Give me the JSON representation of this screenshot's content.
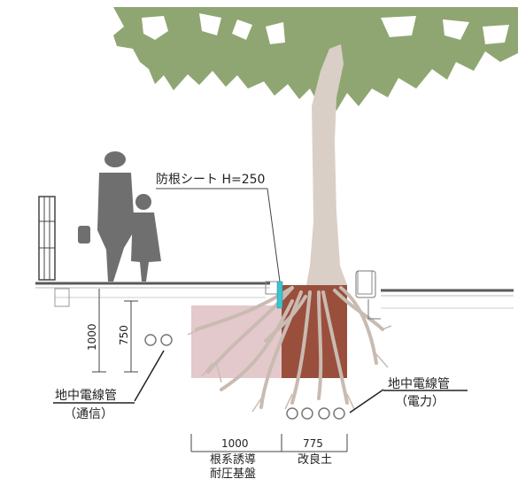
{
  "labels": {
    "root_sheet": "防根シート H=250",
    "left_conduit_title": "地中電線管",
    "left_conduit_type": "（通信）",
    "right_conduit_title": "地中電線管",
    "right_conduit_type": "（電力）"
  },
  "dimensions": {
    "depth_1": "1000",
    "depth_2": "750",
    "width_left": "1000",
    "width_right": "775"
  },
  "zones": {
    "left_line1": "根系誘導",
    "left_line2": "耐圧基盤",
    "right": "改良土"
  },
  "colors": {
    "foliage": "#8fa672",
    "trunk": "#d9cfc7",
    "roots": "#c9bbb2",
    "left_zone": "#e3c9cb",
    "right_zone": "#9a4f3c",
    "root_sheet": "#3ec3cf",
    "people": "#6f6f6f",
    "pavement": "#5a5a5a"
  }
}
